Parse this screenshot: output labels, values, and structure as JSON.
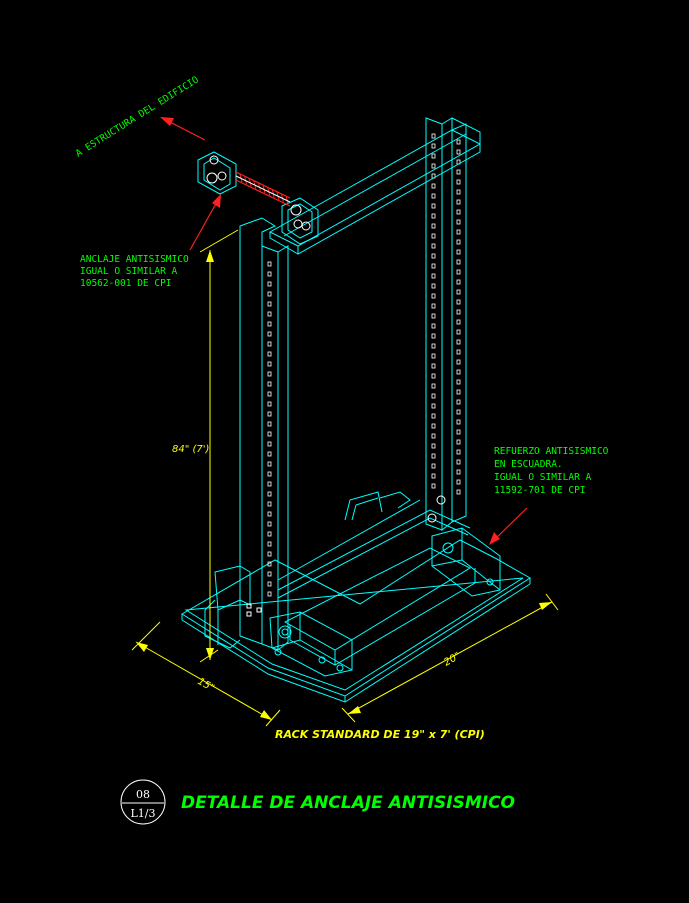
{
  "labels": {
    "building_structure": "A ESTRUCTURA DEL EDIFICIO",
    "anchor_line1": "ANCLAJE ANTISISMICO",
    "anchor_line2": "IGUAL O SIMILAR A",
    "anchor_line3": "10562-001 DE CPI",
    "reinforce_line1": "REFUERZO ANTISISMICO",
    "reinforce_line2": "EN ESCUADRA.",
    "reinforce_line3": "IGUAL O SIMILAR A",
    "reinforce_line4": "11592-701 DE CPI"
  },
  "dimensions": {
    "height": "84\" (7')",
    "depth": "15\"",
    "width": "20\""
  },
  "caption": "RACK STANDARD DE 19\" x 7' (CPI)",
  "detail": {
    "number": "08",
    "sheet": "L1/3",
    "title": "DETALLE DE ANCLAJE ANTISISMICO"
  },
  "colors": {
    "background": "#000000",
    "geometry": "#00ffff",
    "annotation_text": "#00ff00",
    "dimension": "#ffff00",
    "leader_arrows": "#ff2020"
  }
}
